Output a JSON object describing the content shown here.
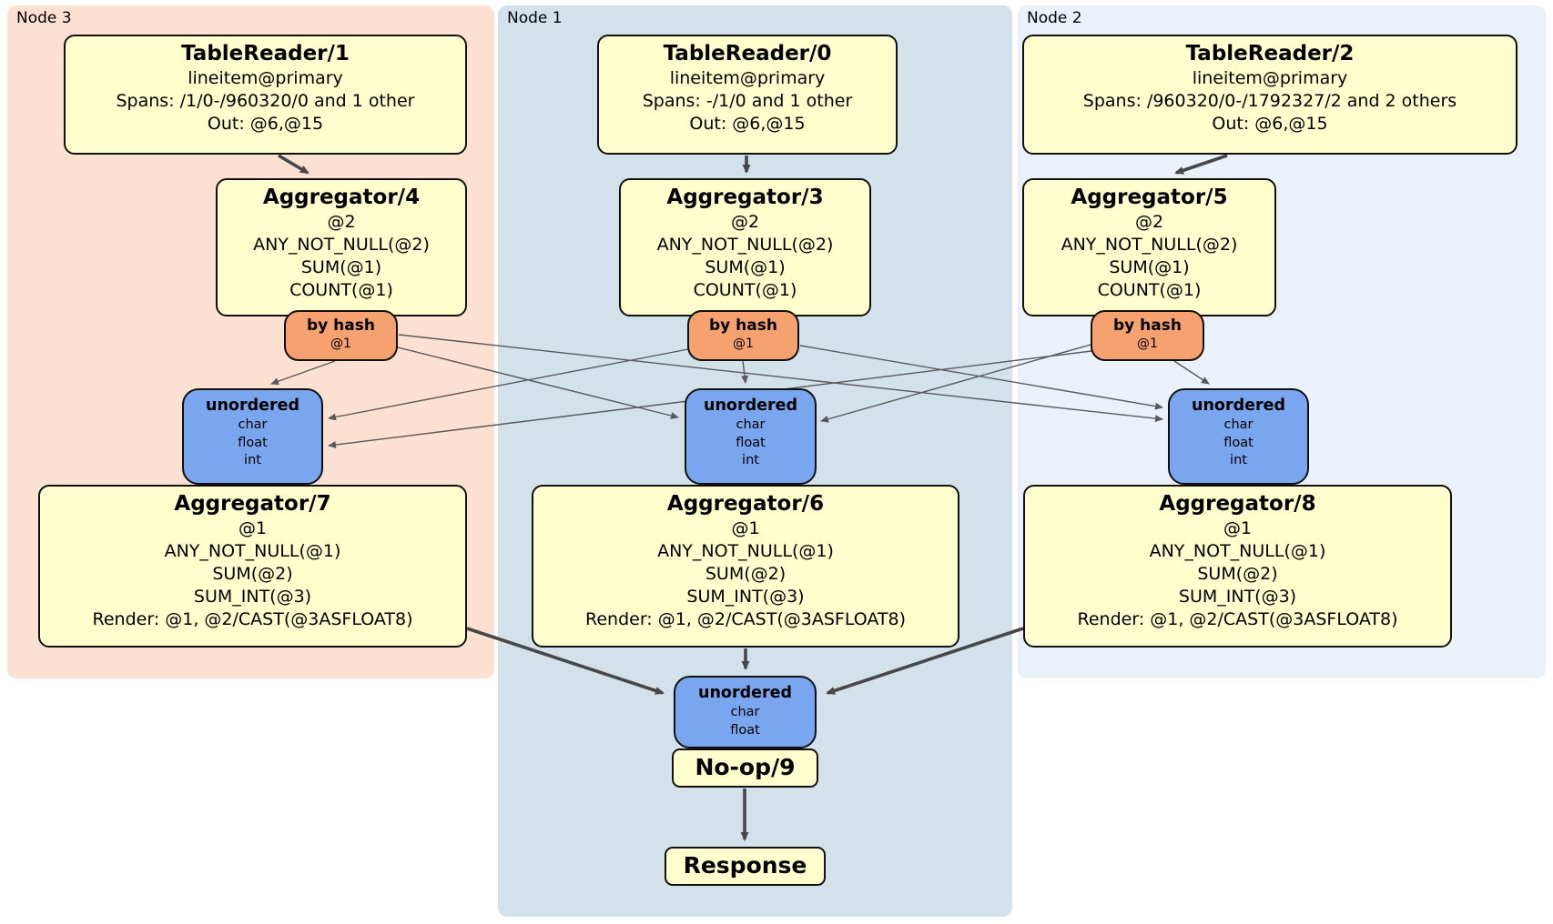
{
  "diagram_type": "distsql-plan",
  "groups": {
    "node3": {
      "label": "Node 3"
    },
    "node1": {
      "label": "Node 1"
    },
    "node2": {
      "label": "Node 2"
    }
  },
  "processors": {
    "tr1": {
      "title": "TableReader/1",
      "lines": [
        "lineitem@primary",
        "Spans: /1/0-/960320/0 and 1 other",
        "Out: @6,@15"
      ]
    },
    "tr0": {
      "title": "TableReader/0",
      "lines": [
        "lineitem@primary",
        "Spans: -/1/0 and 1 other",
        "Out: @6,@15"
      ]
    },
    "tr2": {
      "title": "TableReader/2",
      "lines": [
        "lineitem@primary",
        "Spans: /960320/0-/1792327/2 and 2 others",
        "Out: @6,@15"
      ]
    },
    "agg4": {
      "title": "Aggregator/4",
      "lines": [
        "@2",
        "ANY_NOT_NULL(@2)",
        "SUM(@1)",
        "COUNT(@1)"
      ]
    },
    "agg3": {
      "title": "Aggregator/3",
      "lines": [
        "@2",
        "ANY_NOT_NULL(@2)",
        "SUM(@1)",
        "COUNT(@1)"
      ]
    },
    "agg5": {
      "title": "Aggregator/5",
      "lines": [
        "@2",
        "ANY_NOT_NULL(@2)",
        "SUM(@1)",
        "COUNT(@1)"
      ]
    },
    "agg7": {
      "title": "Aggregator/7",
      "lines": [
        "@1",
        "ANY_NOT_NULL(@1)",
        "SUM(@2)",
        "SUM_INT(@3)",
        "Render: @1, @2/CAST(@3ASFLOAT8)"
      ]
    },
    "agg6": {
      "title": "Aggregator/6",
      "lines": [
        "@1",
        "ANY_NOT_NULL(@1)",
        "SUM(@2)",
        "SUM_INT(@3)",
        "Render: @1, @2/CAST(@3ASFLOAT8)"
      ]
    },
    "agg8": {
      "title": "Aggregator/8",
      "lines": [
        "@1",
        "ANY_NOT_NULL(@1)",
        "SUM(@2)",
        "SUM_INT(@3)",
        "Render: @1, @2/CAST(@3ASFLOAT8)"
      ]
    },
    "noop": {
      "title": "No-op/9"
    },
    "response": {
      "title": "Response"
    }
  },
  "routers": {
    "hash3": {
      "title": "by hash",
      "lines": [
        "@1"
      ]
    },
    "hash1": {
      "title": "by hash",
      "lines": [
        "@1"
      ]
    },
    "hash2": {
      "title": "by hash",
      "lines": [
        "@1"
      ]
    }
  },
  "syncs": {
    "sync3": {
      "title": "unordered",
      "lines": [
        "char",
        "float",
        "int"
      ]
    },
    "sync1": {
      "title": "unordered",
      "lines": [
        "char",
        "float",
        "int"
      ]
    },
    "sync2": {
      "title": "unordered",
      "lines": [
        "char",
        "float",
        "int"
      ]
    },
    "syncFinal": {
      "title": "unordered",
      "lines": [
        "char",
        "float"
      ]
    }
  },
  "edges": [
    {
      "from": "TableReader/1",
      "to": "Aggregator/4",
      "type": "flow"
    },
    {
      "from": "TableReader/0",
      "to": "Aggregator/3",
      "type": "flow"
    },
    {
      "from": "TableReader/2",
      "to": "Aggregator/5",
      "type": "flow"
    },
    {
      "from": "hash-router-node3",
      "to": "unordered-sync-node3",
      "type": "stream"
    },
    {
      "from": "hash-router-node3",
      "to": "unordered-sync-node1",
      "type": "stream"
    },
    {
      "from": "hash-router-node3",
      "to": "unordered-sync-node2",
      "type": "stream"
    },
    {
      "from": "hash-router-node1",
      "to": "unordered-sync-node3",
      "type": "stream"
    },
    {
      "from": "hash-router-node1",
      "to": "unordered-sync-node1",
      "type": "stream"
    },
    {
      "from": "hash-router-node1",
      "to": "unordered-sync-node2",
      "type": "stream"
    },
    {
      "from": "hash-router-node2",
      "to": "unordered-sync-node3",
      "type": "stream"
    },
    {
      "from": "hash-router-node2",
      "to": "unordered-sync-node1",
      "type": "stream"
    },
    {
      "from": "hash-router-node2",
      "to": "unordered-sync-node2",
      "type": "stream"
    },
    {
      "from": "Aggregator/7",
      "to": "final-unordered-sync",
      "type": "flow"
    },
    {
      "from": "Aggregator/6",
      "to": "final-unordered-sync",
      "type": "flow"
    },
    {
      "from": "Aggregator/8",
      "to": "final-unordered-sync",
      "type": "flow"
    },
    {
      "from": "No-op/9",
      "to": "Response",
      "type": "flow"
    }
  ],
  "colors": {
    "processor_fill": "#ffffce",
    "router_fill": "#f5a170",
    "sync_fill": "#79a6ee",
    "node3_bg": "#fce0d2",
    "node1_bg": "#d3e1eb",
    "node2_bg": "#eaf1f9",
    "flow_edge": "#474747",
    "stream_edge": "#58595b"
  }
}
